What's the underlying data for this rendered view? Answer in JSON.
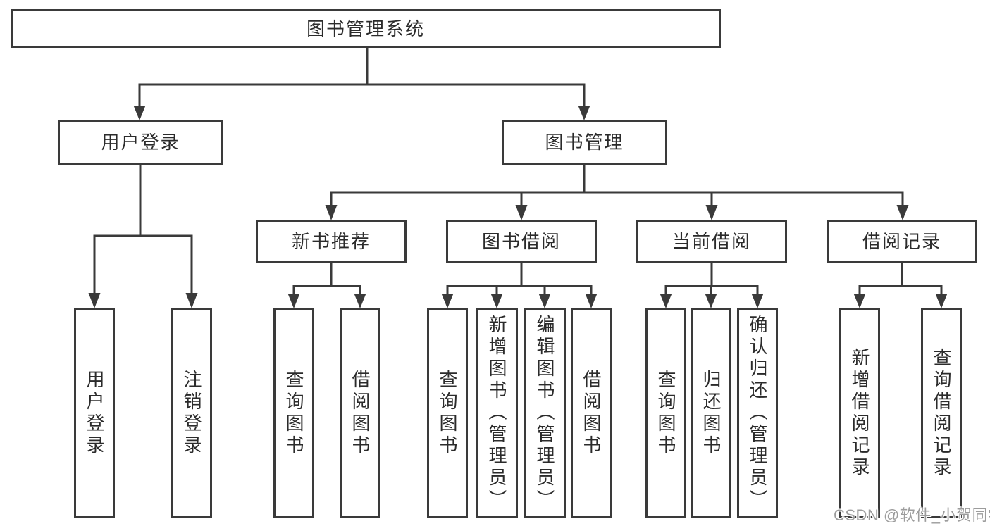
{
  "diagram": {
    "root_label": "图书管理系统",
    "branches": [
      {
        "label": "用户登录",
        "children": [
          {
            "label": "用户登录"
          },
          {
            "label": "注销登录"
          }
        ]
      },
      {
        "label": "图书管理",
        "children": [
          {
            "label": "新书推荐",
            "children": [
              {
                "label": "查询图书"
              },
              {
                "label": "借阅图书"
              }
            ]
          },
          {
            "label": "图书借阅",
            "children": [
              {
                "label": "查询图书"
              },
              {
                "label": "新增图书（管理员）"
              },
              {
                "label": "编辑图书（管理员）"
              },
              {
                "label": "借阅图书"
              }
            ]
          },
          {
            "label": "当前借阅",
            "children": [
              {
                "label": "查询图书"
              },
              {
                "label": "归还图书"
              },
              {
                "label": "确认归还（管理员）"
              }
            ]
          },
          {
            "label": "借阅记录",
            "children": [
              {
                "label": "新增借阅记录"
              },
              {
                "label": "查询借阅记录"
              }
            ]
          }
        ]
      }
    ]
  },
  "watermark": {
    "text": "CSDN @软件_小贺同学"
  },
  "colors": {
    "line": "#3a3a3a",
    "text": "#2b2b2b",
    "box_background": "#ffffff",
    "page_background": "#ffffff",
    "watermark": "#9c9c9c"
  }
}
